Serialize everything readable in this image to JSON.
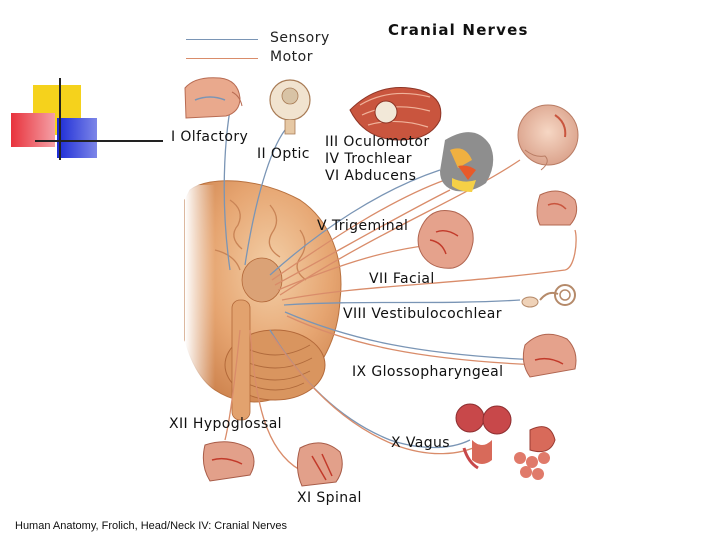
{
  "slide": {
    "title": "Cranial Nerves",
    "caption": "Human Anatomy, Frolich, Head/Neck IV:  Cranial Nerves"
  },
  "legend": {
    "sensory": "Sensory",
    "motor": "Motor",
    "sensory_color": "#7a95b5",
    "motor_color": "#d98c6a"
  },
  "nerves": {
    "n1": "I Olfactory",
    "n2": "II Optic",
    "n3": "III Oculomotor",
    "n4": "IV Trochlear",
    "n6": "VI Abducens",
    "n5": "V Trigeminal",
    "n7": "VII Facial",
    "n8": "VIII Vestibulocochlear",
    "n9": "IX Glossopharyngeal",
    "n10": "X Vagus",
    "n11": "XI Spinal",
    "n12": "XII Hypoglossal"
  },
  "colors": {
    "deco_yellow": "#f5d21c",
    "deco_red": "#e8323c",
    "deco_blue": "#1b2bd6",
    "tissue": "#e9b486",
    "tissue_dark": "#c9773e"
  }
}
